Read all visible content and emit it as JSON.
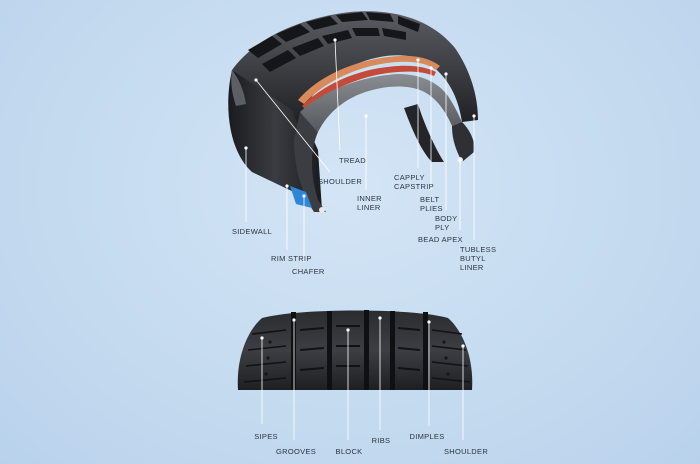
{
  "cutaway": {
    "labels": {
      "tread": "TREAD",
      "shoulder": "SHOULDER",
      "sidewall": "SIDEWALL",
      "rim_strip": "RIM STRIP",
      "chafer": "CHAFER",
      "inner_liner": "INNER\nLINER",
      "capply_capstrip": "CAPPLY\nCAPSTRIP",
      "belt_plies": "BELT\nPLIES",
      "body_ply": "BODY\nPLY",
      "bead_apex": "BEAD APEX",
      "tubless_butyl_liner": "TUBLESS\nBUTYL\nLINER"
    }
  },
  "tread_view": {
    "labels": {
      "sipes": "SIPES",
      "grooves": "GROOVES",
      "block": "BLOCK",
      "ribs": "RIBS",
      "dimples": "DIMPLES",
      "shoulder": "SHOULDER"
    }
  },
  "colors": {
    "rubber": "#2a2c30",
    "rubber_light": "#4a4d53",
    "capply": "#d88a5a",
    "belt": "#c24b3a",
    "chafer": "#2f86d8",
    "leader": "#ffffff"
  }
}
